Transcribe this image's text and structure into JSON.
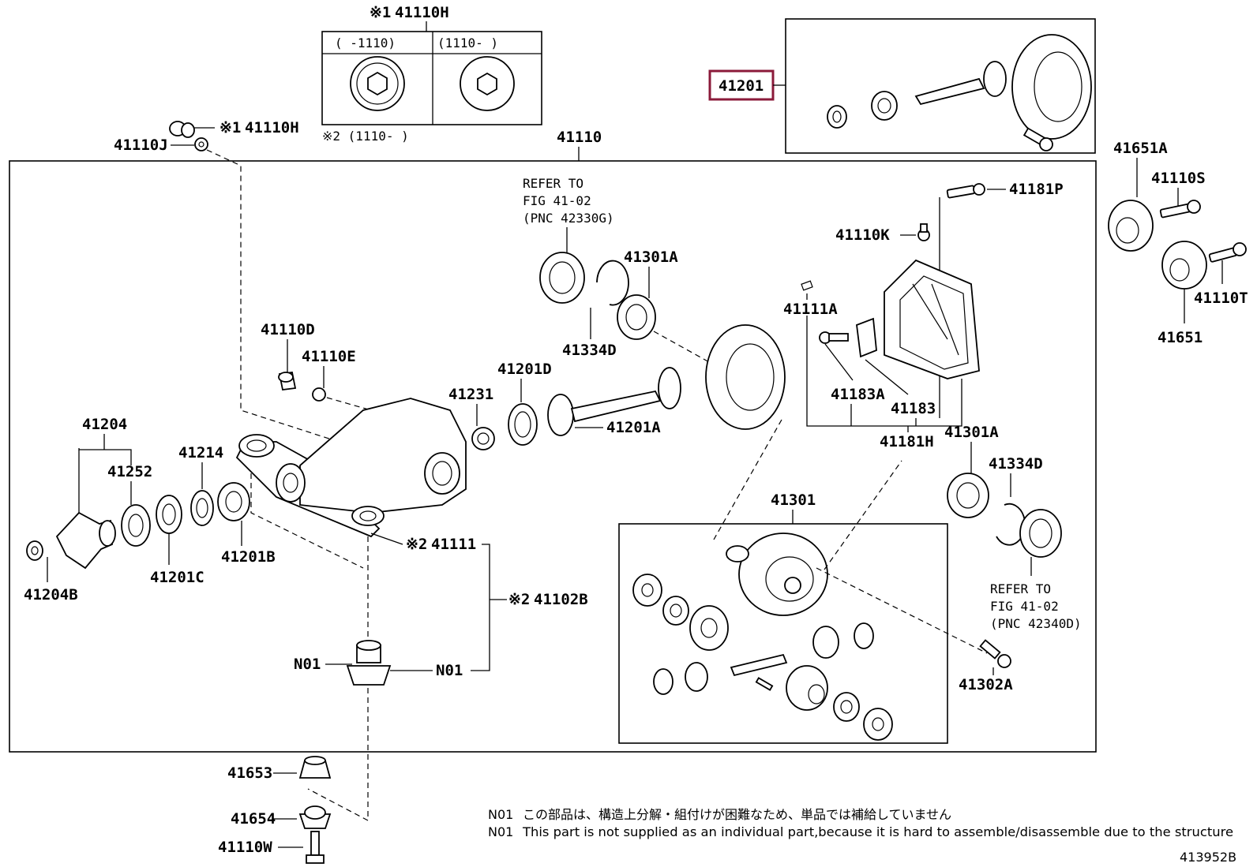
{
  "labels": {
    "p41110H_top": "41110H",
    "mark1_top": "※1",
    "col_left": "(    -1110)",
    "col_right": "(1110-    )",
    "mark2_row": "※2 (1110-       )",
    "p41201": "41201",
    "p41110H_side": "41110H",
    "mark1_side": "※1",
    "p41110J": "41110J",
    "p41110": "41110",
    "refer_to_1": "REFER TO",
    "fig_1": "FIG 41-02",
    "pnc_1": "(PNC 42330G)",
    "p41301A_1": "41301A",
    "p41334D_1": "41334D",
    "p41181P": "41181P",
    "p41110K": "41110K",
    "p41111A": "41111A",
    "p41651A": "41651A",
    "p41110S": "41110S",
    "p41110T": "41110T",
    "p41651": "41651",
    "p41110D": "41110D",
    "p41110E": "41110E",
    "p41201D": "41201D",
    "p41231": "41231",
    "p41201A": "41201A",
    "p41183A": "41183A",
    "p41183": "41183",
    "p41181H": "41181H",
    "p41301A_2": "41301A",
    "p41334D_2": "41334D",
    "p41204": "41204",
    "p41252": "41252",
    "p41214": "41214",
    "p41301": "41301",
    "p41201B": "41201B",
    "p41201C": "41201C",
    "p41204B": "41204B",
    "p41111": "41111",
    "mark2_41111": "※2",
    "p41102B": "41102B",
    "mark2_41102B": "※2",
    "refer_to_2": "REFER TO",
    "fig_2": "FIG 41-02",
    "pnc_2": "(PNC 42340D)",
    "p41302A": "41302A",
    "n01_left": "N01",
    "n01_right": "N01",
    "p41653": "41653",
    "p41654": "41654",
    "p41110W": "41110W"
  },
  "notes": {
    "n01_jp_code": "N01",
    "n01_jp_text": "この部品は、構造上分解・組付けが困難なため、単品では補給していません",
    "n01_en_code": "N01",
    "n01_en_text": "This part is not supplied as an individual part,because it is hard to assemble/disassemble due to the structure"
  },
  "figure_id": "413952B",
  "colors": {
    "highlight": "#8b1a3a",
    "ink": "#000000",
    "background": "#ffffff"
  }
}
